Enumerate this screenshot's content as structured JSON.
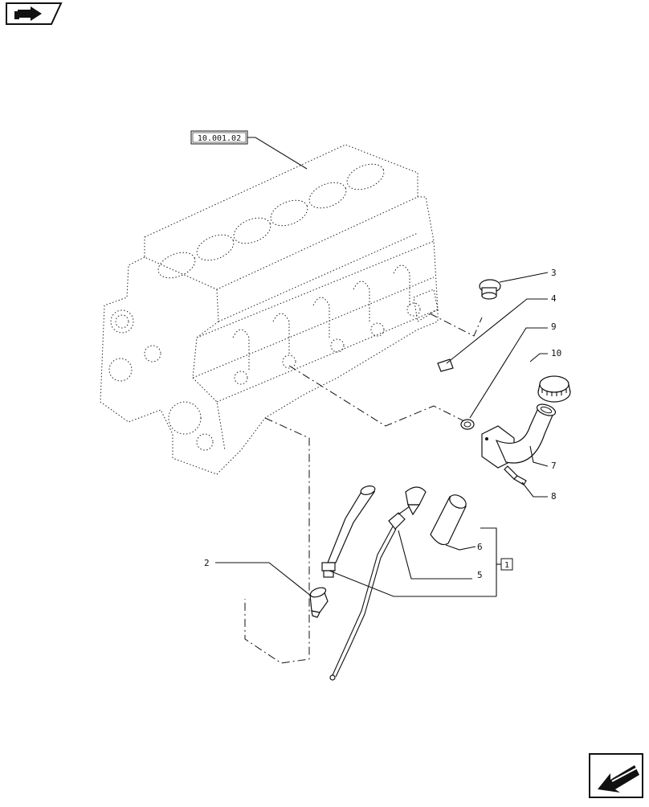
{
  "reference": {
    "label": "10.001.02"
  },
  "callouts": {
    "c2": "2",
    "c3": "3",
    "c4": "4",
    "c5": "5",
    "c6": "6",
    "c7": "7",
    "c8": "8",
    "c9": "9",
    "c10": "10"
  },
  "kit_box": {
    "label": "1"
  },
  "icons": {
    "top_left": "book-arrow-icon",
    "bottom_right": "arrow-back-icon"
  }
}
